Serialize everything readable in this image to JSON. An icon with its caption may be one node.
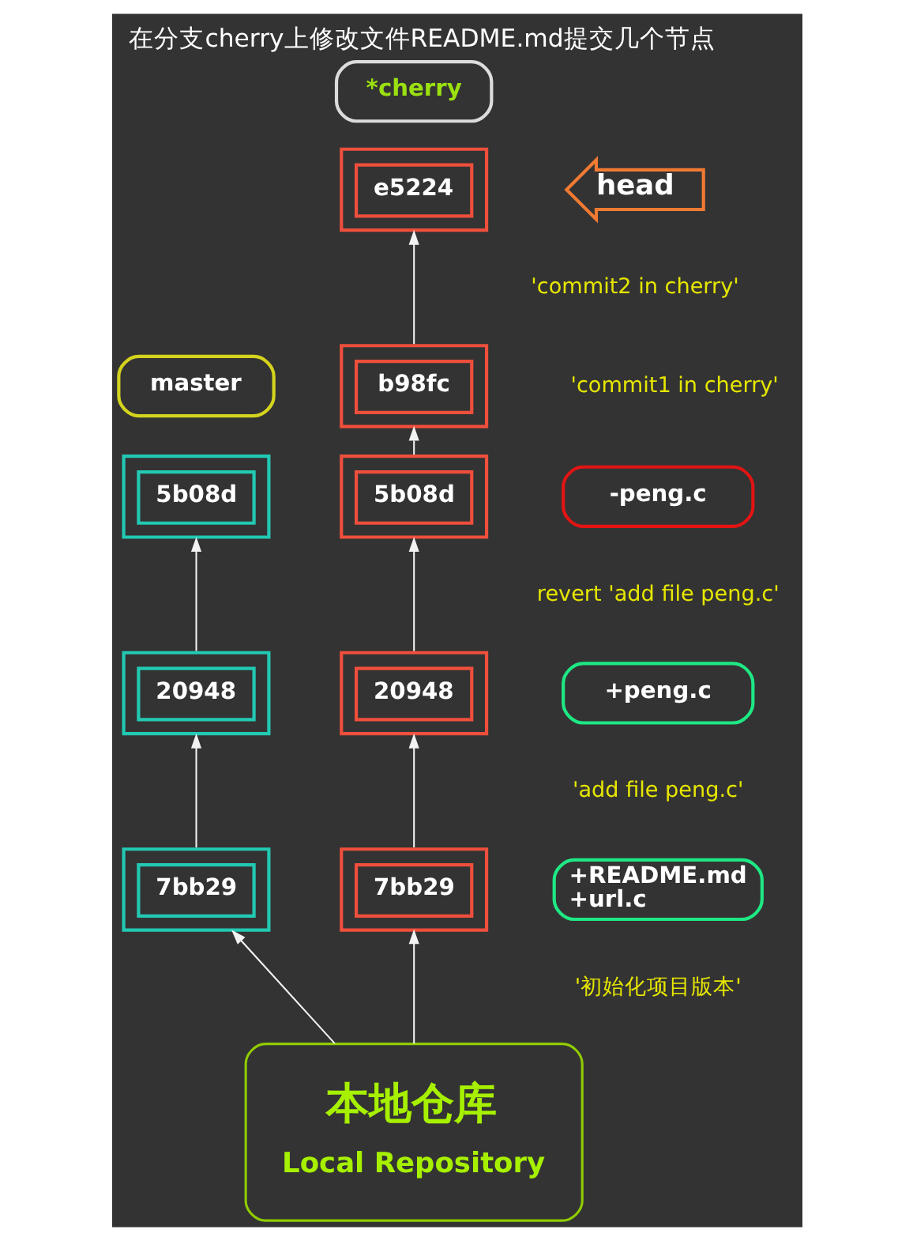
{
  "diagram": {
    "title": "在分支cherry上修改文件README.md提交几个节点",
    "nodes": [
      {
        "text": [
          "*cherry"
        ]
      },
      {
        "text": [
          "e5224"
        ]
      },
      {
        "text": [
          "head"
        ],
        "beside": [
          "'commit2 in cherry'"
        ]
      },
      {
        "text": [
          "b98fc"
        ]
      },
      {
        "text": [
          "master"
        ]
      },
      {
        "text": [
          "5b08d"
        ]
      },
      {
        "text": [
          "5b08d"
        ]
      },
      {
        "text": [
          "-peng.c"
        ],
        "beside": [
          "revert 'add file peng.c'"
        ]
      },
      {
        "text": [
          "20948"
        ]
      },
      {
        "text": [
          "20948"
        ]
      },
      {
        "text": [
          "+peng.c"
        ],
        "beside": [
          "'add file peng.c'"
        ]
      },
      {
        "text": [
          "7bb29"
        ]
      },
      {
        "text": [
          "7bb29"
        ]
      },
      {
        "text": [
          "+README.md",
          "+url.c"
        ],
        "beside": [
          "'初始化项目版本'"
        ]
      },
      {
        "text": [
          "本地仓库",
          "Local Repository"
        ]
      }
    ],
    "edges": [
      {
        "from": 11,
        "to": 8,
        "arrow": "to"
      },
      {
        "from": 8,
        "to": 5,
        "arrow": "to"
      },
      {
        "from": 12,
        "to": 9,
        "arrow": "to"
      },
      {
        "from": 9,
        "to": 6,
        "arrow": "to"
      },
      {
        "from": 6,
        "to": 3,
        "arrow": "to"
      },
      {
        "from": 3,
        "to": 1,
        "arrow": "to"
      },
      {
        "from": 14,
        "to": 11,
        "arrow": "to"
      },
      {
        "from": 14,
        "to": 12,
        "arrow": "to"
      }
    ],
    "labels": [
      "'commit1 in cherry'"
    ]
  }
}
